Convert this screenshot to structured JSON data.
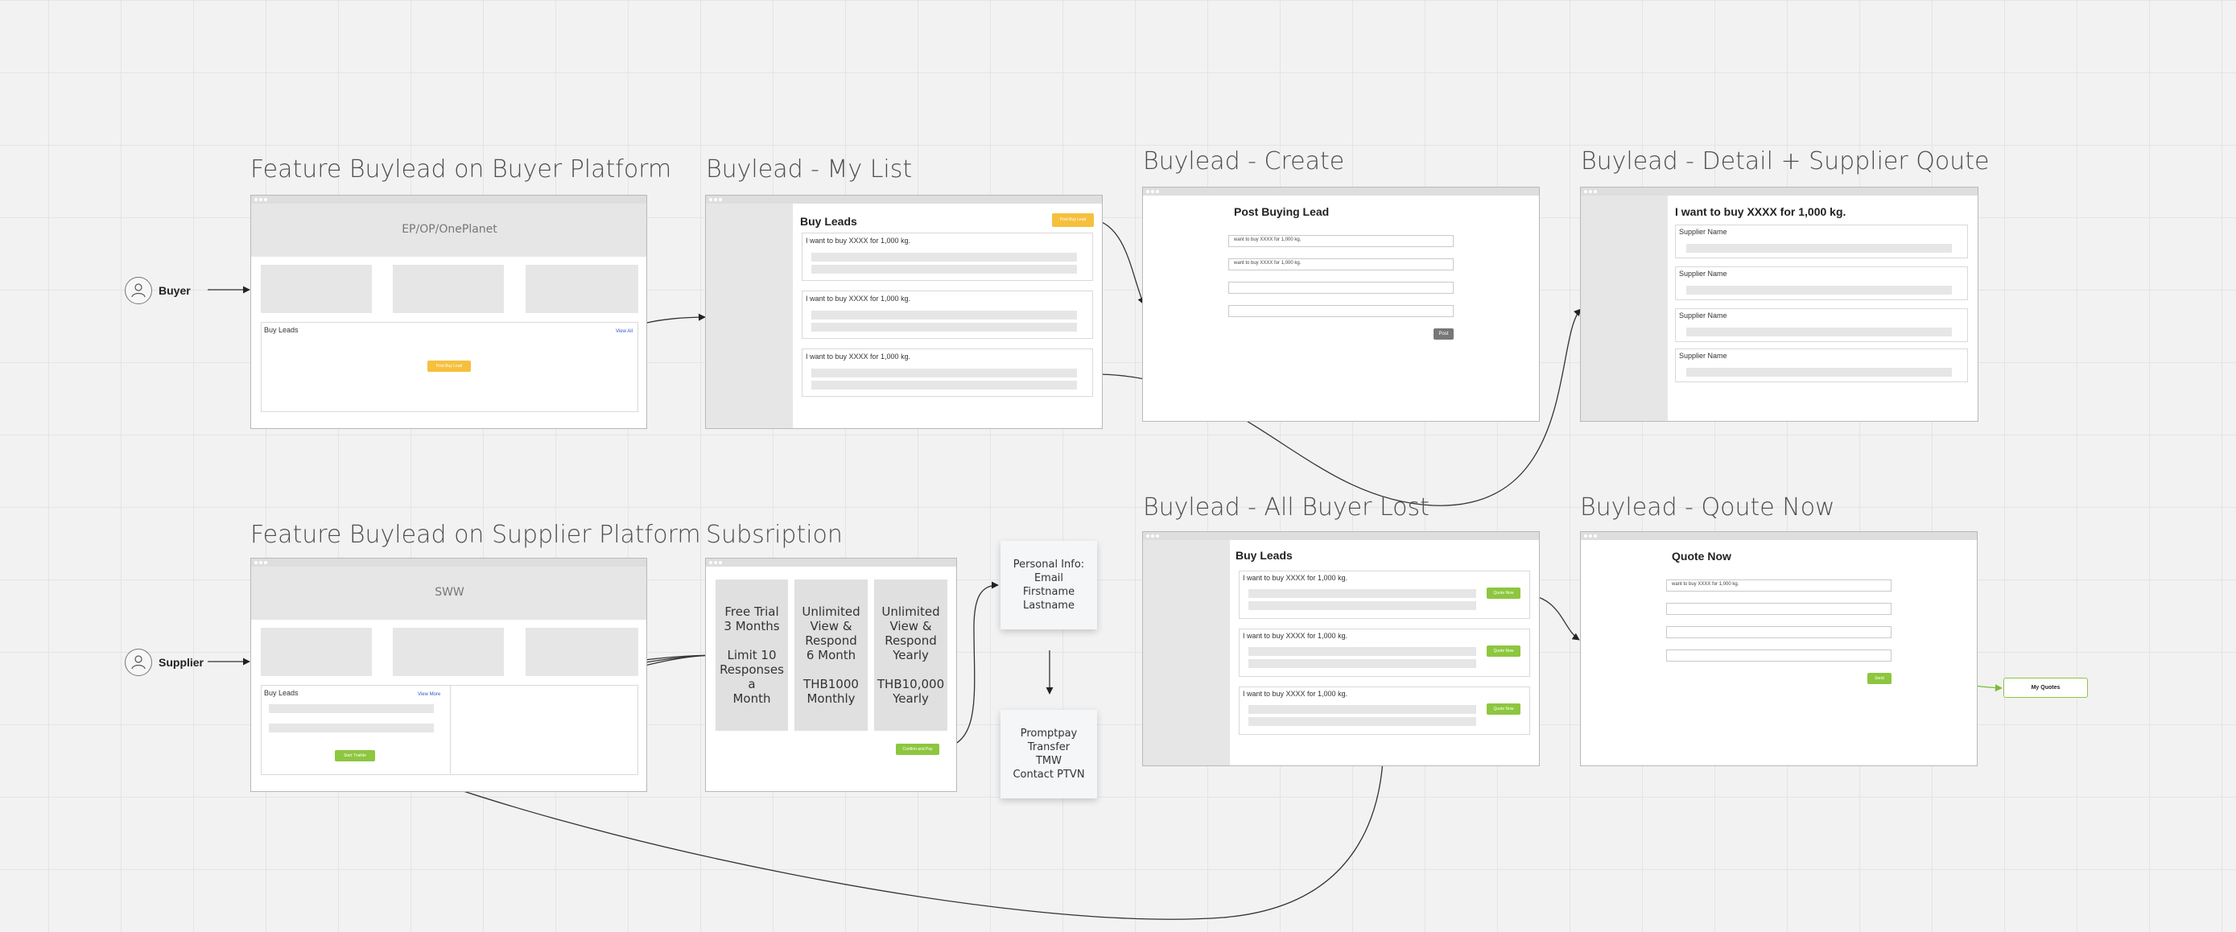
{
  "actors": {
    "buyer": "Buyer",
    "supplier": "Supplier"
  },
  "titles": {
    "buyer_platform": "Feature Buylead on Buyer Platform",
    "my_list": "Buylead - My List",
    "create": "Buylead - Create",
    "detail": "Buylead - Detail + Supplier Qoute",
    "supplier_platform": "Feature Buylead on Supplier Platform",
    "subscription": "Subsription",
    "all_buyer_lost": "Buylead - All Buyer Lost",
    "quote_now": "Buylead - Qoute Now"
  },
  "buyer_platform": {
    "banner": "EP/OP/OnePlanet",
    "section": "Buy Leads",
    "view_all": "View All",
    "button": "Post Buy Lead"
  },
  "my_list": {
    "header": "Buy Leads",
    "button": "Post Buy Lead",
    "items": [
      "I want to buy XXXX for 1,000 kg.",
      "I want to buy XXXX for 1,000 kg.",
      "I want to buy XXXX for 1,000 kg."
    ]
  },
  "create": {
    "header": "Post Buying Lead",
    "field1": "want to buy XXXX for 1,000 kg.",
    "field2": "want to buy XXXX for 1,000 kg.",
    "button": "Post"
  },
  "detail": {
    "header": "I want to buy XXXX for 1,000 kg.",
    "suppliers": [
      "Supplier Name",
      "Supplier Name",
      "Supplier Name",
      "Supplier Name"
    ]
  },
  "supplier_platform": {
    "banner": "SWW",
    "section": "Buy Leads",
    "view_more": "View More",
    "button": "Start Trialide"
  },
  "subscription": {
    "plans": [
      "Free Trial\n3 Months\n\nLimit 10\nResponses a\nMonth",
      "Unlimited\nView &\nRespond\n6 Month\n\nTHB1000\nMonthly",
      "Unlimited\nView &\nRespond\nYearly\n\nTHB10,000\nYearly"
    ],
    "button": "Confirm and Pay"
  },
  "notes": {
    "personal": "Personal Info:\nEmail\nFirstname\nLastname",
    "payment": "Promptpay\nTransfer\nTMW\nContact PTVN"
  },
  "all_buyer_lost": {
    "header": "Buy Leads",
    "items": [
      "I want to buy XXXX for 1,000 kg.",
      "I want to buy XXXX for 1,000 kg.",
      "I want to buy XXXX for 1,000 kg."
    ],
    "button": "Quote Now"
  },
  "quote_now": {
    "header": "Quote Now",
    "field1": "want to buy XXXX for 1,000 kg.",
    "button": "Send",
    "result": "My Quotes"
  }
}
